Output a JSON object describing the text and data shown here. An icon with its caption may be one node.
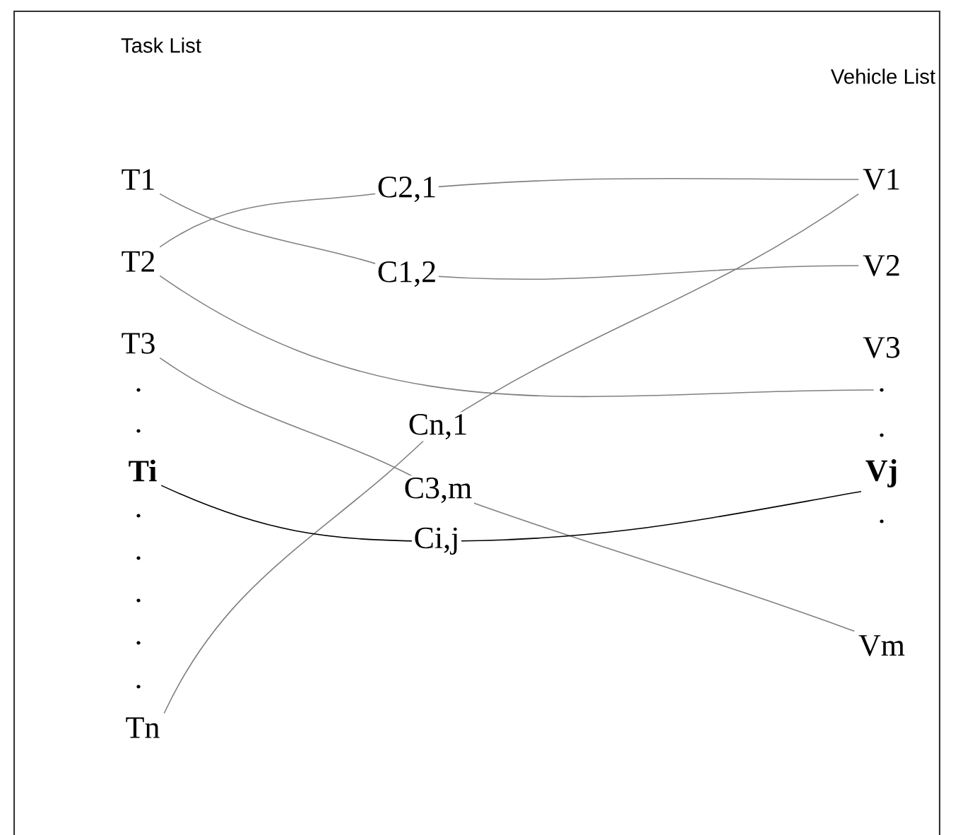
{
  "diagram": {
    "nodes": [
      {
        "text": [
          "T1"
        ]
      },
      {
        "text": [
          "V1"
        ]
      },
      {
        "text": [
          "T2"
        ]
      },
      {
        "text": [
          "V2"
        ]
      },
      {
        "text": [
          "T3"
        ]
      },
      {
        "text": [
          "V3"
        ]
      },
      {
        "text": [
          "."
        ]
      },
      {
        "text": [
          "Ti"
        ]
      },
      {
        "text": [
          "Vj"
        ]
      },
      {
        "text": [
          "Tn"
        ]
      },
      {
        "text": [
          "Vm"
        ]
      }
    ],
    "edges": [
      {
        "from": 2,
        "to": 1,
        "arrow": "none",
        "label": "C2,1"
      },
      {
        "from": 0,
        "to": 3,
        "arrow": "none",
        "label": "C1,2"
      },
      {
        "from": 2,
        "to": 6,
        "arrow": "none"
      },
      {
        "from": 4,
        "to": 10,
        "arrow": "none",
        "label": "C3,m"
      },
      {
        "from": 9,
        "to": 1,
        "arrow": "none",
        "label": "Cn,1"
      },
      {
        "from": 7,
        "to": 8,
        "arrow": "none",
        "label": "Ci,j",
        "color": "#000000"
      }
    ],
    "labels": [
      "Task List",
      "Vehicle List",
      ".",
      ".",
      ".",
      ".",
      ".",
      ".",
      ".",
      ".",
      "."
    ]
  }
}
